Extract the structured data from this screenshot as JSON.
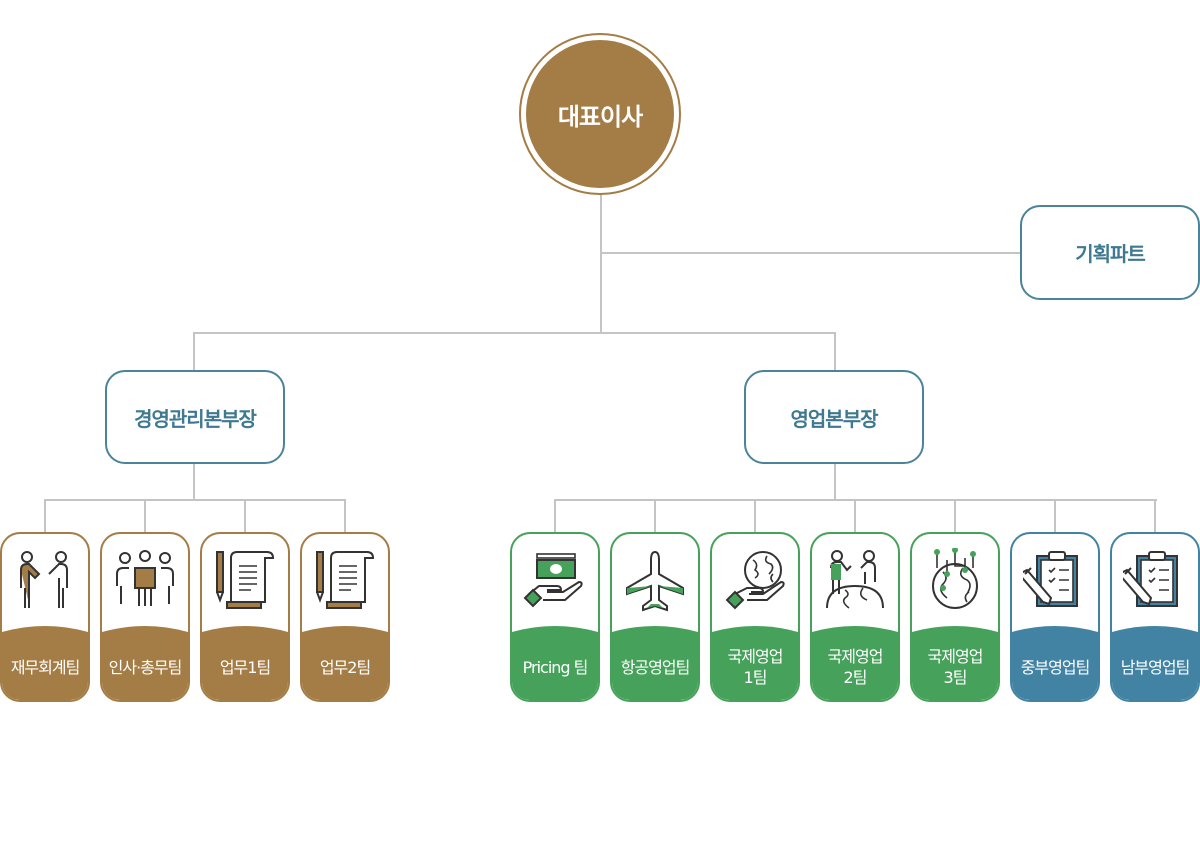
{
  "ceo": {
    "label": "대표이사"
  },
  "planning": {
    "label": "기획파트"
  },
  "divisions": {
    "management": {
      "label": "경영관리본부장"
    },
    "sales": {
      "label": "영업본부장"
    }
  },
  "teams": [
    {
      "label": "재무회계팀",
      "icon": "handshake-people-icon",
      "group": "management"
    },
    {
      "label": "인사·총무팀",
      "icon": "people-group-icon",
      "group": "management"
    },
    {
      "label": "업무1팀",
      "icon": "pen-scroll-icon",
      "group": "management"
    },
    {
      "label": "업무2팀",
      "icon": "pen-scroll-icon",
      "group": "management"
    },
    {
      "label": "Pricing 팀",
      "icon": "money-hand-icon",
      "group": "sales"
    },
    {
      "label": "항공영업팀",
      "icon": "airplane-icon",
      "group": "sales"
    },
    {
      "label": "국제영업\n1팀",
      "icon": "globe-hand-icon",
      "group": "sales"
    },
    {
      "label": "국제영업\n2팀",
      "icon": "people-globe-icon",
      "group": "sales"
    },
    {
      "label": "국제영업\n3팀",
      "icon": "globe-network-icon",
      "group": "sales"
    },
    {
      "label": "중부영업팀",
      "icon": "clipboard-pen-icon",
      "group": "regional"
    },
    {
      "label": "남부영업팀",
      "icon": "clipboard-pen-icon",
      "group": "regional"
    }
  ],
  "colors": {
    "management": "#a47c45",
    "sales": "#46a25a",
    "regional": "#4283a4",
    "division_border": "#4b8399",
    "connector": "#c4c4c4"
  }
}
